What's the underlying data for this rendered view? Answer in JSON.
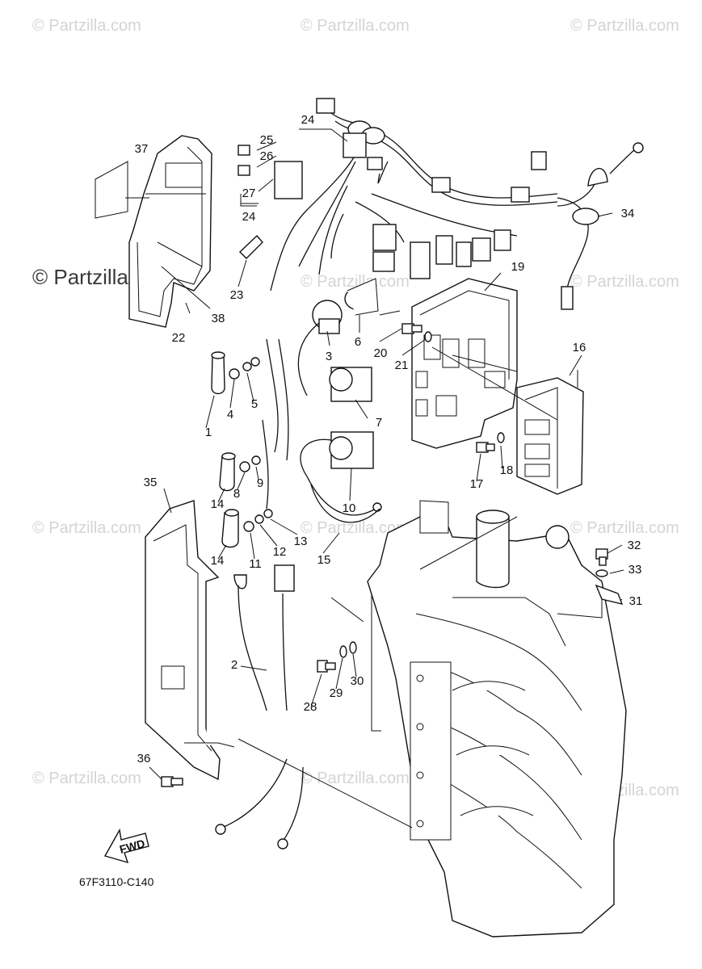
{
  "watermarks": {
    "small": "© Partzilla.com",
    "large": "© Partzilla.com"
  },
  "diagram_code": "67F3110-C140",
  "fwd_label": "FWD",
  "callouts": [
    {
      "id": "c1",
      "label": "1"
    },
    {
      "id": "c2",
      "label": "2"
    },
    {
      "id": "c3",
      "label": "3"
    },
    {
      "id": "c4",
      "label": "4"
    },
    {
      "id": "c5",
      "label": "5"
    },
    {
      "id": "c6",
      "label": "6"
    },
    {
      "id": "c7",
      "label": "7"
    },
    {
      "id": "c8",
      "label": "8"
    },
    {
      "id": "c9",
      "label": "9"
    },
    {
      "id": "c10",
      "label": "10"
    },
    {
      "id": "c11",
      "label": "11"
    },
    {
      "id": "c12",
      "label": "12"
    },
    {
      "id": "c13",
      "label": "13"
    },
    {
      "id": "c14a",
      "label": "14"
    },
    {
      "id": "c14b",
      "label": "14"
    },
    {
      "id": "c15",
      "label": "15"
    },
    {
      "id": "c16",
      "label": "16"
    },
    {
      "id": "c17",
      "label": "17"
    },
    {
      "id": "c18",
      "label": "18"
    },
    {
      "id": "c19",
      "label": "19"
    },
    {
      "id": "c20",
      "label": "20"
    },
    {
      "id": "c21",
      "label": "21"
    },
    {
      "id": "c22",
      "label": "22"
    },
    {
      "id": "c23",
      "label": "23"
    },
    {
      "id": "c24a",
      "label": "24"
    },
    {
      "id": "c24b",
      "label": "24"
    },
    {
      "id": "c25",
      "label": "25"
    },
    {
      "id": "c26",
      "label": "26"
    },
    {
      "id": "c27",
      "label": "27"
    },
    {
      "id": "c28",
      "label": "28"
    },
    {
      "id": "c29",
      "label": "29"
    },
    {
      "id": "c30",
      "label": "30"
    },
    {
      "id": "c31",
      "label": "31"
    },
    {
      "id": "c32",
      "label": "32"
    },
    {
      "id": "c33",
      "label": "33"
    },
    {
      "id": "c34",
      "label": "34"
    },
    {
      "id": "c35",
      "label": "35"
    },
    {
      "id": "c36",
      "label": "36"
    },
    {
      "id": "c37",
      "label": "37"
    },
    {
      "id": "c38",
      "label": "38"
    }
  ]
}
